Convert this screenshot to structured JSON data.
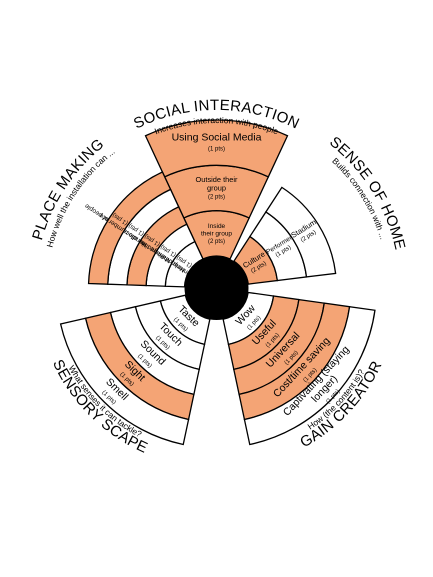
{
  "colors": {
    "fill": "#f4a475",
    "empty": "#ffffff",
    "stroke": "#000000",
    "hub": "#000000"
  },
  "sections": [
    {
      "id": "social-interaction",
      "title": "SOCIAL INTERACTION",
      "subtitle": "Increases interaction with people",
      "segments": [
        {
          "label": "Inside their group",
          "pts": "(2 pts)",
          "filled": true
        },
        {
          "label": "Outside their group",
          "pts": "(2 pts)",
          "filled": true
        },
        {
          "label": "Using Social Media",
          "pts": "(1 pts)",
          "filled": true
        }
      ]
    },
    {
      "id": "sense-of-home",
      "title": "SENSE OF HOME",
      "subtitle": "Builds connection with ...",
      "segments": [
        {
          "label": "Culture",
          "pts": "(2 pts)",
          "filled": true
        },
        {
          "label": "Performer",
          "pts": "(1 pts)",
          "filled": false
        },
        {
          "label": "Stadium",
          "pts": "(2 pts)",
          "filled": false
        }
      ]
    },
    {
      "id": "gain-creator",
      "title": "GAIN CREATOR",
      "subtitle": "How (the content is)?",
      "segments": [
        {
          "label": "Wow",
          "pts": "(1 pts)",
          "filled": false
        },
        {
          "label": "Useful",
          "pts": "(1 pts)",
          "filled": true
        },
        {
          "label": "Universal",
          "pts": "(1 pts)",
          "filled": true
        },
        {
          "label": "Cost/time saving",
          "pts": "(1 pts)",
          "filled": true
        },
        {
          "label": "Captivating (staying longer)",
          "pts": "(1 pts)",
          "filled": false
        }
      ]
    },
    {
      "id": "sensory-scape",
      "title": "SENSORY SCAPE",
      "subtitle": "What senses it can tackle?",
      "segments": [
        {
          "label": "Taste",
          "pts": "(1 pts)",
          "filled": false
        },
        {
          "label": "Touch",
          "pts": "(1 pts)",
          "filled": false
        },
        {
          "label": "Sound",
          "pts": "(1 pts)",
          "filled": false
        },
        {
          "label": "Sight",
          "pts": "(1 pts)",
          "filled": true
        },
        {
          "label": "Smell",
          "pts": "(1 pts)",
          "filled": false
        }
      ]
    },
    {
      "id": "place-making",
      "title": "PLACE MAKING",
      "subtitle": "How well the installation can ...",
      "segments": [
        {
          "label": "Be interactive",
          "pts": "(1 pts)",
          "filled": false
        },
        {
          "label": "Help other shops",
          "pts": "(1 pts)",
          "filled": false
        },
        {
          "label": "Manage the crowd",
          "pts": "(1 pts)",
          "filled": true
        },
        {
          "label": "Fit into the allocated space",
          "pts": "(1 pts)",
          "filled": false
        },
        {
          "label": "Handle number of people",
          "pts": "(1 pts)",
          "filled": true
        }
      ]
    }
  ]
}
